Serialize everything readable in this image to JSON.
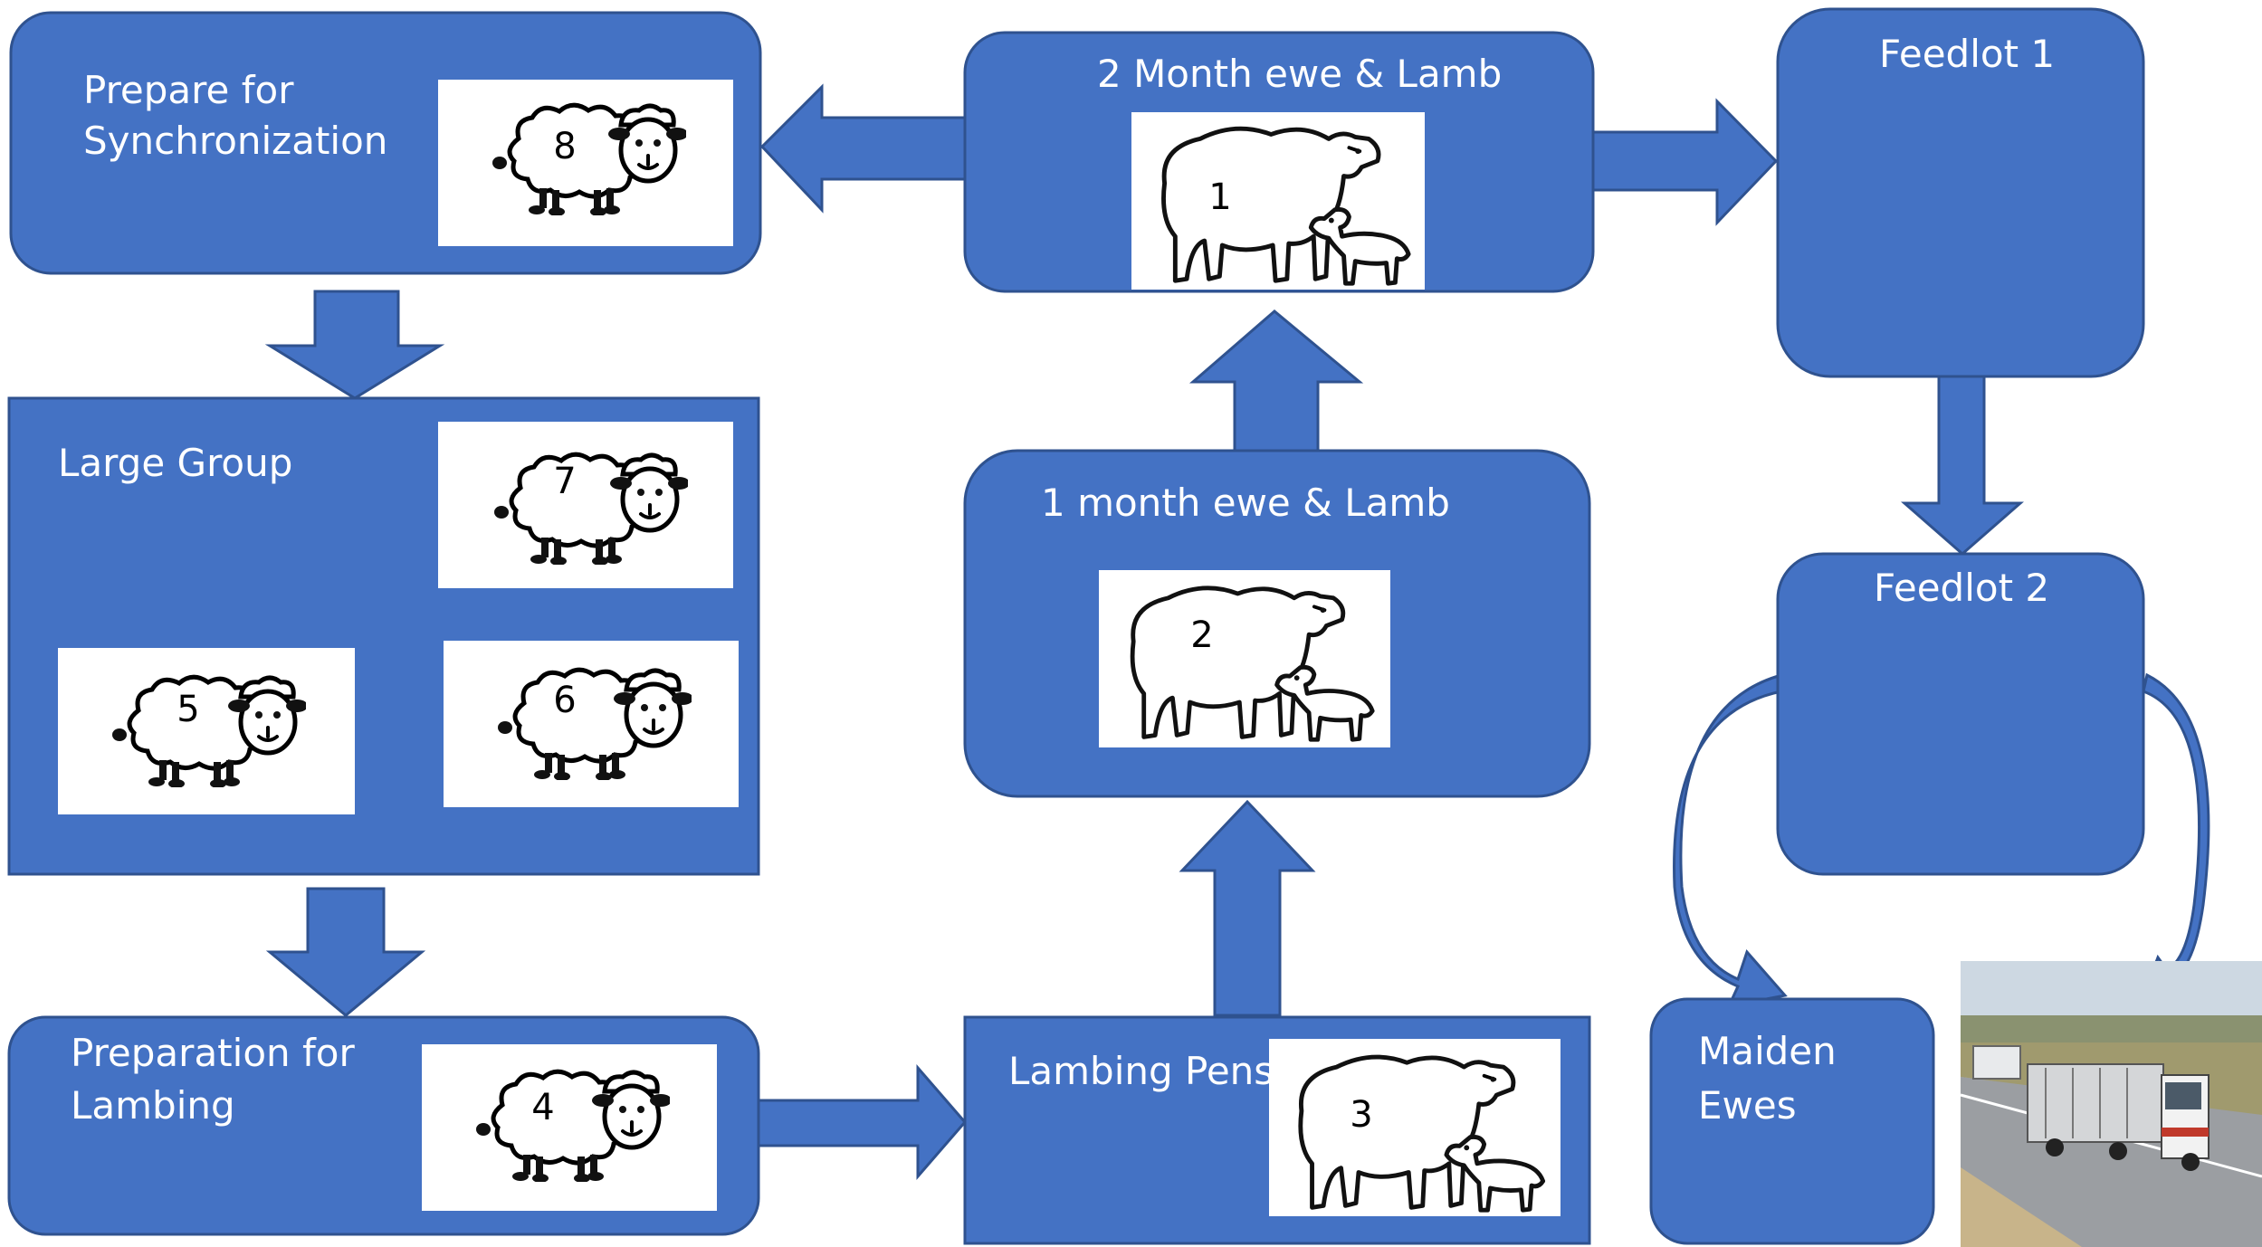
{
  "boxes": {
    "prepare_sync": {
      "line1": "Prepare for",
      "line2": "Synchronization"
    },
    "two_month": {
      "label": "2 Month ewe & Lamb"
    },
    "feedlot1": {
      "label": "Feedlot  1"
    },
    "large_group": {
      "label": "Large Group"
    },
    "one_month": {
      "label": "1 month ewe & Lamb"
    },
    "feedlot2": {
      "label": "Feedlot 2"
    },
    "prep_lambing": {
      "line1": "Preparation for",
      "line2": "Lambing"
    },
    "lambing_pens": {
      "label": "Lambing Pens"
    },
    "maiden_ewes": {
      "line1": "Maiden",
      "line2": "Ewes"
    }
  },
  "numbers": {
    "n1": "1",
    "n2": "2",
    "n3": "3",
    "n4": "4",
    "n5": "5",
    "n6": "6",
    "n7": "7",
    "n8": "8"
  },
  "icons": {
    "sheep": "sheep-icon",
    "ewe_lamb": "ewe-and-lamb-sketch",
    "truck": "livestock-truck-photo"
  },
  "colors": {
    "box_fill": "#4472c4",
    "box_border": "#2f528f",
    "text": "#ffffff"
  }
}
